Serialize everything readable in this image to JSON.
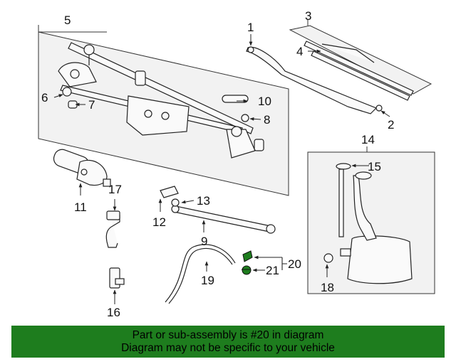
{
  "callouts": {
    "c1": "1",
    "c2": "2",
    "c3": "3",
    "c4": "4",
    "c5": "5",
    "c6": "6",
    "c7": "7",
    "c8": "8",
    "c9": "9",
    "c10": "10",
    "c11": "11",
    "c12": "12",
    "c13": "13",
    "c14": "14",
    "c15": "15",
    "c16": "16",
    "c17": "17",
    "c18": "18",
    "c19": "19",
    "c20": "20",
    "c21": "21"
  },
  "footer": {
    "line1": "Part or sub-assembly is #20 in diagram",
    "line2": "Diagram may not be specific to your vehicle"
  },
  "colors": {
    "footer_bg": "#1e7d1e",
    "highlight": "#1e7d1e",
    "panel_fill": "#f2f2f2",
    "line": "#222222"
  }
}
